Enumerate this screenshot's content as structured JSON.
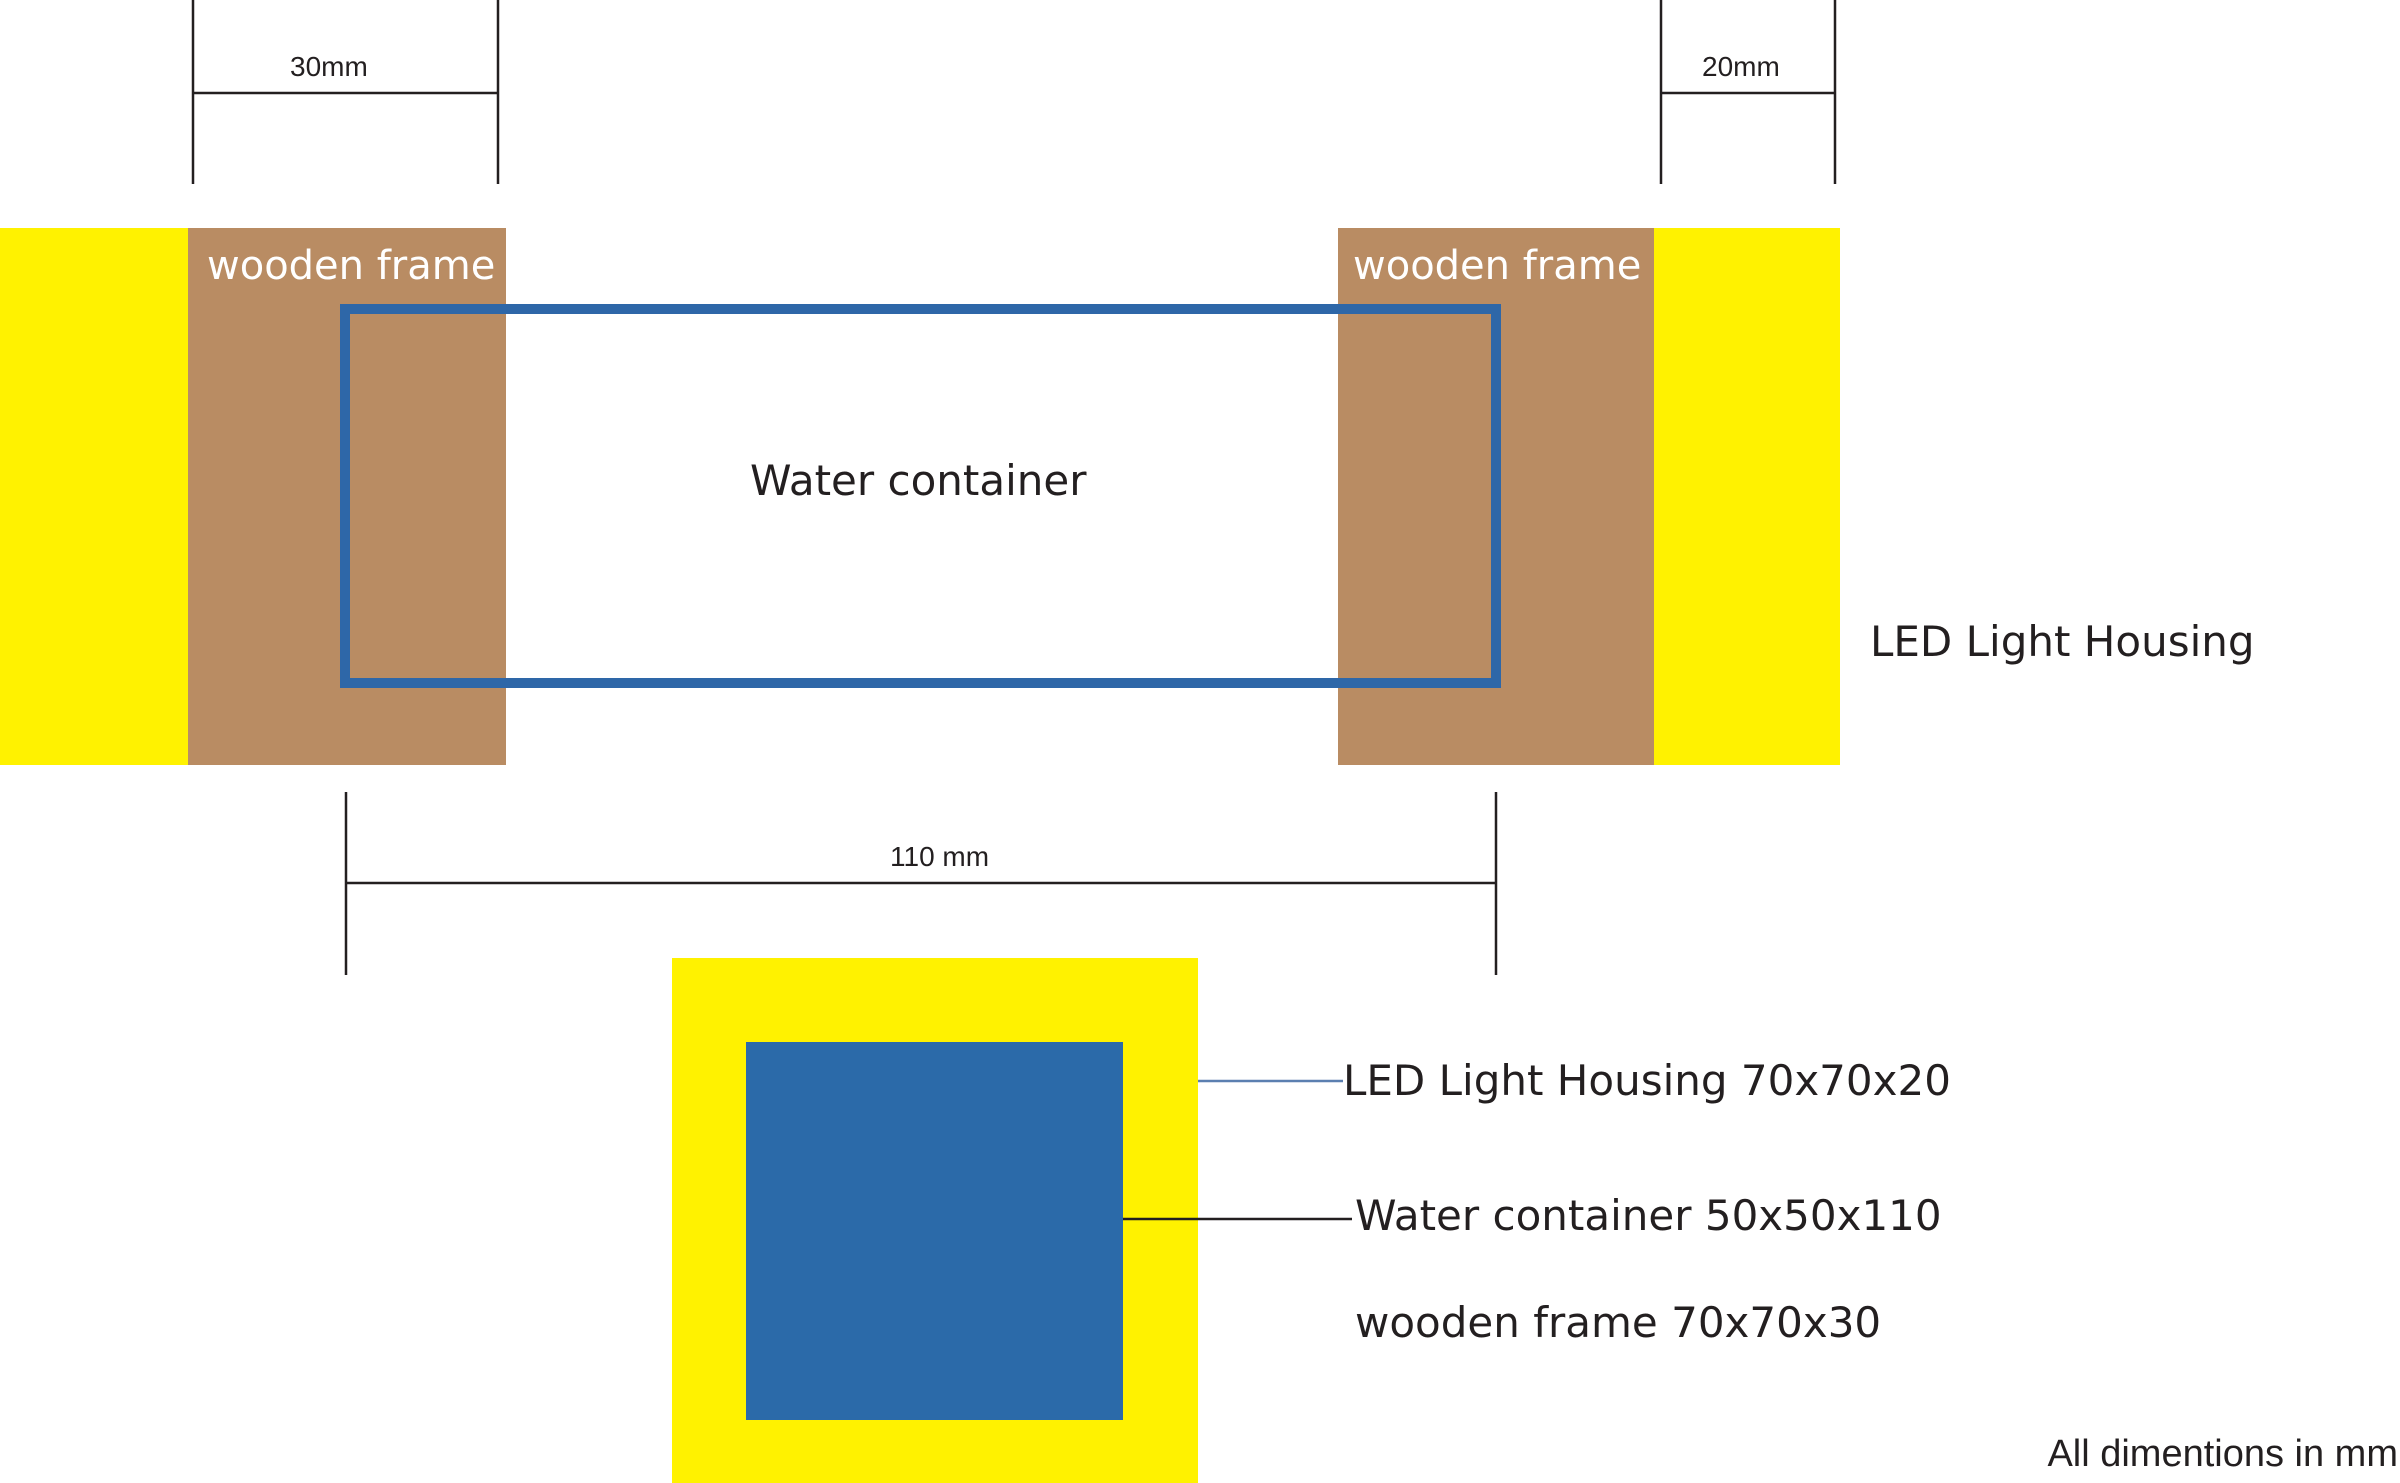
{
  "colors": {
    "led_yellow": "#fff200",
    "wood_brown": "#b98c63",
    "water_blue": "#2b6aa9",
    "water_outline": "#2e67a8",
    "line_black": "#231f20",
    "leader_blue": "#5b7fb0",
    "background": "#ffffff"
  },
  "side_view": {
    "left_frame_label": "wooden frame",
    "right_frame_label": "wooden frame",
    "container_label": "Water container",
    "housing_label": "LED Light Housing"
  },
  "dimensions": {
    "frame_width": "30mm",
    "housing_width": "20mm",
    "container_length": "110 mm"
  },
  "end_view": {
    "housing_spec": "LED Light Housing 70x70x20",
    "container_spec": "Water container 50x50x110",
    "frame_spec": "wooden frame 70x70x30"
  },
  "note": "All dimentions in mm"
}
